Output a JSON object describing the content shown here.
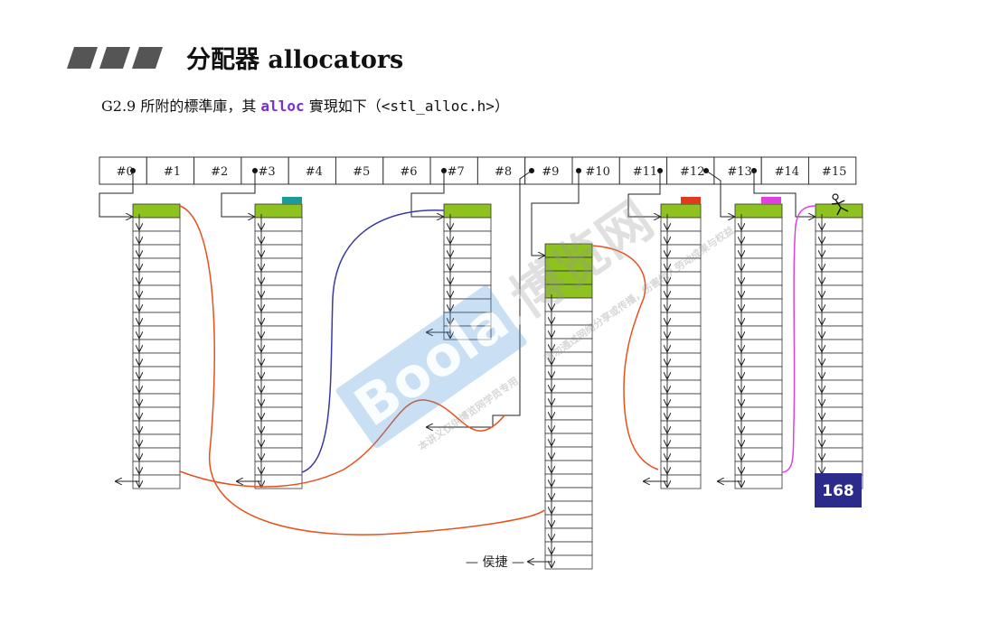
{
  "title": "分配器 allocators",
  "subtitle": {
    "prefix": "G2.9 所附的標準庫，其",
    "keyword": "alloc",
    "middle": "實現如下（",
    "file": "<stl_alloc.h>",
    "suffix": "）"
  },
  "free_list_indices": [
    "#0",
    "#1",
    "#2",
    "#3",
    "#4",
    "#5",
    "#6",
    "#7",
    "#8",
    "#9",
    "#10",
    "#11",
    "#12",
    "#13",
    "#14",
    "#15"
  ],
  "badge_value": "168",
  "watermark": {
    "brand": "Boolan",
    "chinese": "博览网",
    "notice_left": "本讲义仅供博览网学员专用",
    "notice_right": "请勿通过网络分享或传播，伤害他人劳动成果与权益"
  },
  "footer": "— 侯捷 —",
  "colors": {
    "chunk_head": "#8dc21f",
    "teal_block": "#1a9a9a",
    "red_block": "#e03a1e",
    "magenta_block": "#e040e0",
    "orange_link": "#e8501c",
    "blue_link": "#3a3aa0",
    "pink_link": "#e040e0",
    "badge_bg": "#2b2b8c",
    "watermark_blue": "#3c8fd8"
  }
}
